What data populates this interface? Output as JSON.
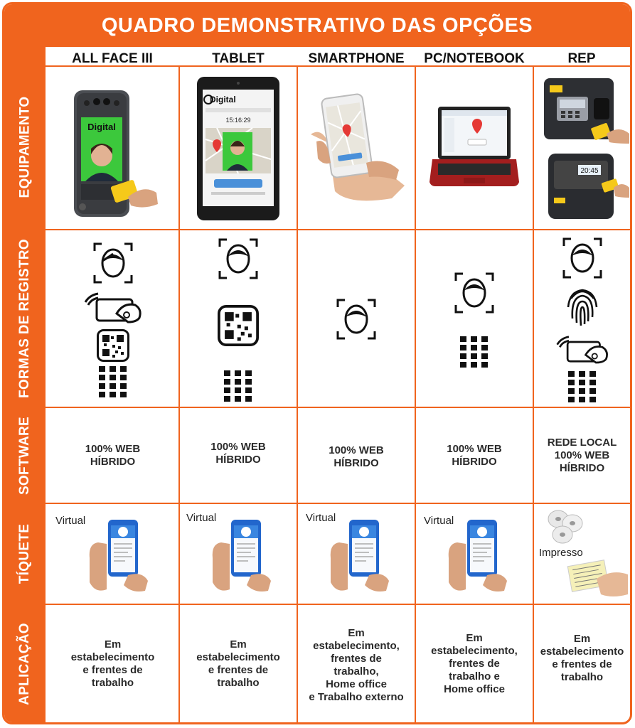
{
  "title": "QUADRO DEMONSTRATIVO DAS OPÇÕES",
  "columns": [
    "ALL FACE III",
    "TABLET",
    "SMARTPHONE",
    "PC/NOTEBOOK",
    "REP"
  ],
  "rows": [
    "EQUIPAMENTO",
    "FORMAS DE REGISTRO",
    "SOFTWARE",
    "TÍQUETE",
    "APLICAÇÃO"
  ],
  "equipment": {
    "brand": "Digital",
    "tablet_time": "15:16:29",
    "rep_time": "20:45"
  },
  "registration": [
    [
      "face-icon",
      "card-icon",
      "qr-icon",
      "keypad-icon"
    ],
    [
      "face-icon",
      "qr-icon",
      "keypad-icon"
    ],
    [
      "face-icon"
    ],
    [
      "face-icon",
      "keypad-icon"
    ],
    [
      "face-icon",
      "fingerprint-icon",
      "card-icon",
      "keypad-icon"
    ]
  ],
  "software": [
    [
      "100% WEB",
      "HÍBRIDO"
    ],
    [
      "100% WEB",
      "HÍBRIDO"
    ],
    [
      "100% WEB",
      "HÍBRIDO"
    ],
    [
      "100% WEB",
      "HÍBRIDO"
    ],
    [
      "REDE LOCAL",
      "100% WEB",
      "HÍBRIDO"
    ]
  ],
  "ticket": [
    "Virtual",
    "Virtual",
    "Virtual",
    "Virtual",
    "Impresso"
  ],
  "application": [
    [
      "Em",
      "estabelecimento",
      "e frentes de",
      "trabalho"
    ],
    [
      "Em",
      "estabelecimento",
      "e frentes de",
      "trabalho"
    ],
    [
      "Em",
      "estabelecimento,",
      "frentes de",
      "trabalho,",
      "Home office",
      "e Trabalho externo"
    ],
    [
      "Em",
      "estabelecimento,",
      "frentes de",
      "trabalho e",
      "Home office"
    ],
    [
      "Em",
      "estabelecimento",
      "e frentes de",
      "trabalho"
    ]
  ],
  "colors": {
    "accent": "#f0641e",
    "dark": "#1a1a1a"
  }
}
